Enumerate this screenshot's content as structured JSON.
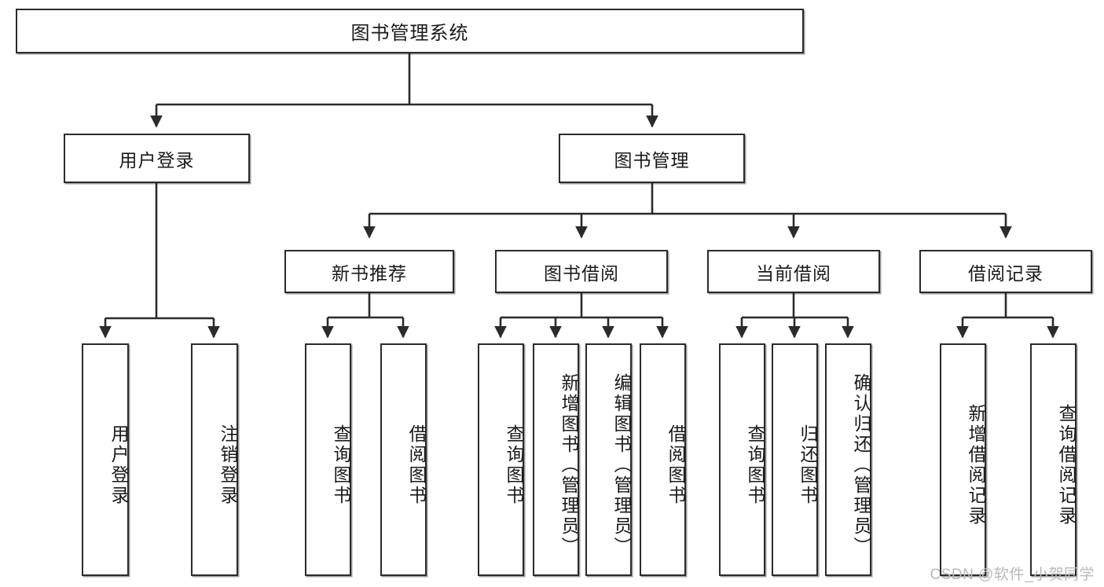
{
  "diagram": {
    "title": "图书管理系统",
    "watermark": "CSDN @软件_小贺同学",
    "colors": {
      "stroke": "#2b2b2b",
      "fill": "#ffffff",
      "text": "#1a1a1a",
      "watermark": "#b9b9b9"
    },
    "levels": {
      "root": {
        "label": "图书管理系统"
      },
      "level2": [
        {
          "id": "user-login",
          "label": "用户登录"
        },
        {
          "id": "book-management",
          "label": "图书管理"
        }
      ],
      "level3": [
        {
          "id": "new-book-recommend",
          "label": "新书推荐",
          "parent": "book-management"
        },
        {
          "id": "book-borrow",
          "label": "图书借阅",
          "parent": "book-management"
        },
        {
          "id": "current-borrow",
          "label": "当前借阅",
          "parent": "book-management"
        },
        {
          "id": "borrow-record",
          "label": "借阅记录",
          "parent": "book-management"
        }
      ],
      "leaves": [
        {
          "id": "leaf-user-login",
          "label": "用户登录",
          "parent": "user-login"
        },
        {
          "id": "leaf-logout-login",
          "label": "注销登录",
          "parent": "user-login"
        },
        {
          "id": "leaf-query-book-1",
          "label": "查询图书",
          "parent": "new-book-recommend"
        },
        {
          "id": "leaf-borrow-book-1",
          "label": "借阅图书",
          "parent": "new-book-recommend"
        },
        {
          "id": "leaf-query-book-2",
          "label": "查询图书",
          "parent": "book-borrow"
        },
        {
          "id": "leaf-add-book",
          "label": "新增图书（管理员）",
          "parent": "book-borrow"
        },
        {
          "id": "leaf-edit-book",
          "label": "编辑图书（管理员）",
          "parent": "book-borrow"
        },
        {
          "id": "leaf-borrow-book-2",
          "label": "借阅图书",
          "parent": "book-borrow"
        },
        {
          "id": "leaf-query-book-3",
          "label": "查询图书",
          "parent": "current-borrow"
        },
        {
          "id": "leaf-return-book",
          "label": "归还图书",
          "parent": "current-borrow"
        },
        {
          "id": "leaf-confirm-return",
          "label": "确认归还（管理员）",
          "parent": "current-borrow"
        },
        {
          "id": "leaf-add-record",
          "label": "新增借阅记录",
          "parent": "borrow-record"
        },
        {
          "id": "leaf-query-record",
          "label": "查询借阅记录",
          "parent": "borrow-record"
        }
      ]
    }
  }
}
